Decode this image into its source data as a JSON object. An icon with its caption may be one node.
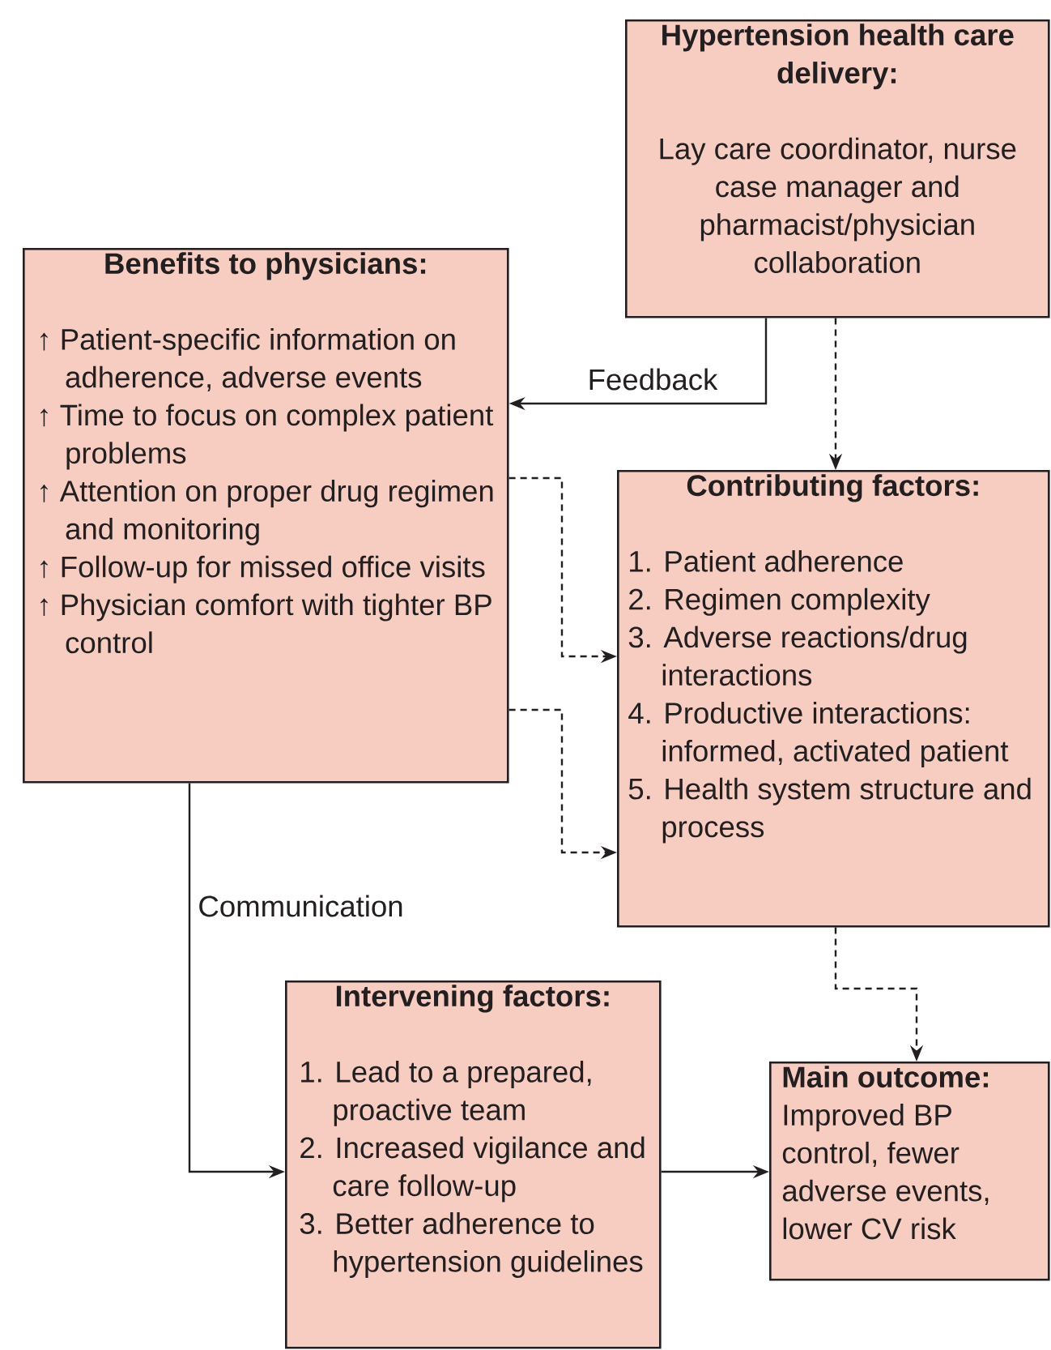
{
  "diagram": {
    "nodes": [
      {
        "text": [
          "Hypertension health care delivery:",
          "Lay care coordinator, nurse case manager and pharmacist/physician collaboration"
        ]
      },
      {
        "text": [
          "Benefits to physicians:",
          "↑ Patient-specific information on adherence, adverse events",
          "↑ Time to focus on complex patient problems",
          "↑ Attention on proper drug regimen and monitoring",
          "↑ Follow-up for missed office visits",
          "↑ Physician comfort with tighter BP control"
        ]
      },
      {
        "text": [
          "Contributing factors:",
          "1. Patient adherence",
          "2. Regimen complexity",
          "3. Adverse reactions/drug interactions",
          "4. Productive interactions: informed, activated patient",
          "5. Health system structure and process"
        ]
      },
      {
        "text": [
          "Intervening factors:",
          "1. Lead to a prepared, proactive team",
          "2. Increased vigilance and care follow-up",
          "3. Better adherence to hypertension guidelines"
        ]
      },
      {
        "text": [
          "Main outcome:",
          "Improved BP control, fewer adverse events, lower CV risk"
        ]
      }
    ],
    "edges": [
      {
        "from": 0,
        "to": 1,
        "arrow": "to",
        "label": "Feedback"
      },
      {
        "from": 0,
        "to": 2,
        "arrow": "to",
        "style": "dashed"
      },
      {
        "from": 1,
        "to": 2,
        "arrow": "to",
        "style": "dashed"
      },
      {
        "from": 1,
        "to": 2,
        "arrow": "to",
        "style": "dashed"
      },
      {
        "from": 1,
        "to": 3,
        "arrow": "to",
        "label": "Communication"
      },
      {
        "from": 2,
        "to": 4,
        "arrow": "to",
        "style": "dashed"
      },
      {
        "from": 3,
        "to": 4,
        "arrow": "to"
      }
    ]
  }
}
